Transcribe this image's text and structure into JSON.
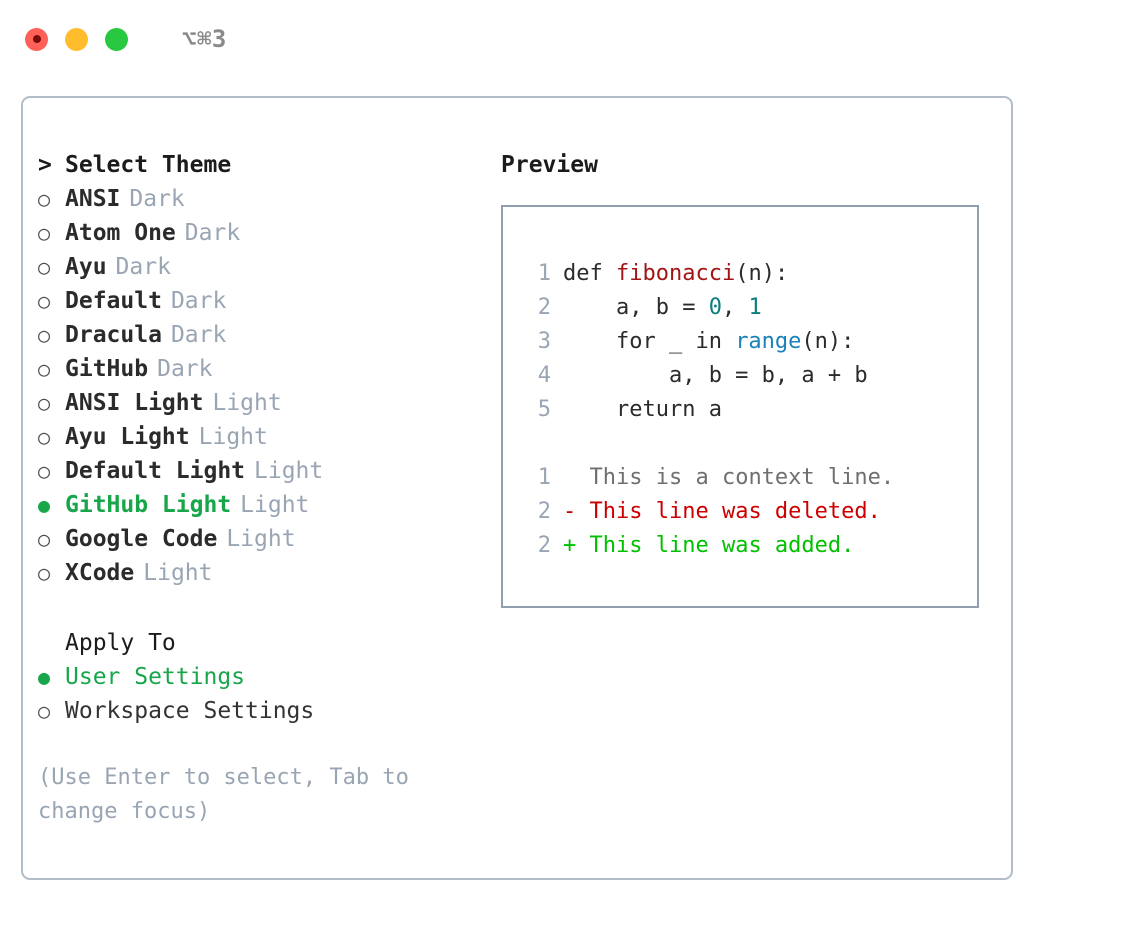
{
  "titlebar": {
    "shortcut": "⌥⌘3",
    "lights": [
      {
        "name": "close",
        "color": "#ff6058"
      },
      {
        "name": "minimize",
        "color": "#ffbd2e"
      },
      {
        "name": "maximize",
        "color": "#28c840"
      }
    ]
  },
  "theme_picker": {
    "caret": ">",
    "heading": "Select Theme",
    "bullet_unselected": "○",
    "bullet_selected": "●",
    "selected_color": "#17a64a",
    "tag_color": "#9aa5b4",
    "items": [
      {
        "label": "ANSI",
        "tag": "Dark",
        "selected": false
      },
      {
        "label": "Atom One",
        "tag": "Dark",
        "selected": false
      },
      {
        "label": "Ayu",
        "tag": "Dark",
        "selected": false
      },
      {
        "label": "Default",
        "tag": "Dark",
        "selected": false
      },
      {
        "label": "Dracula",
        "tag": "Dark",
        "selected": false
      },
      {
        "label": "GitHub",
        "tag": "Dark",
        "selected": false
      },
      {
        "label": "ANSI Light",
        "tag": "Light",
        "selected": false
      },
      {
        "label": "Ayu Light",
        "tag": "Light",
        "selected": false
      },
      {
        "label": "Default Light",
        "tag": "Light",
        "selected": false
      },
      {
        "label": "GitHub Light",
        "tag": "Light",
        "selected": true
      },
      {
        "label": "Google Code",
        "tag": "Light",
        "selected": false
      },
      {
        "label": "XCode",
        "tag": "Light",
        "selected": false
      }
    ]
  },
  "apply_to": {
    "heading": "Apply To",
    "items": [
      {
        "label": "User Settings",
        "selected": true
      },
      {
        "label": "Workspace Settings",
        "selected": false
      }
    ]
  },
  "hint": "(Use Enter to select, Tab to change focus)",
  "preview": {
    "title": "Preview",
    "code_lines": [
      {
        "no": "1",
        "parts": [
          {
            "text": "def ",
            "kind": "plain"
          },
          {
            "text": "fibonacci",
            "kind": "fn"
          },
          {
            "text": "(n):",
            "kind": "plain"
          }
        ]
      },
      {
        "no": "2",
        "parts": [
          {
            "text": "    a, b = ",
            "kind": "plain"
          },
          {
            "text": "0",
            "kind": "num"
          },
          {
            "text": ", ",
            "kind": "plain"
          },
          {
            "text": "1",
            "kind": "num"
          }
        ]
      },
      {
        "no": "3",
        "parts": [
          {
            "text": "    for _ in ",
            "kind": "plain"
          },
          {
            "text": "range",
            "kind": "call"
          },
          {
            "text": "(n):",
            "kind": "plain"
          }
        ]
      },
      {
        "no": "4",
        "parts": [
          {
            "text": "        a, b = b, a + b",
            "kind": "plain"
          }
        ]
      },
      {
        "no": "5",
        "parts": [
          {
            "text": "    return a",
            "kind": "plain"
          }
        ]
      }
    ],
    "diff_lines": [
      {
        "no": "1",
        "marker": " ",
        "text": "This is a context line.",
        "kind": "ctx"
      },
      {
        "no": "2",
        "marker": "-",
        "text": "This line was deleted.",
        "kind": "del"
      },
      {
        "no": "2",
        "marker": "+",
        "text": "This line was added.",
        "kind": "add"
      }
    ],
    "colors": {
      "function": "#a31515",
      "number": "#0d7d7d",
      "call": "#1a82b8",
      "context": "#6f6f6f",
      "deleted": "#cc0000",
      "added": "#00c000",
      "lineno": "#9aa5b4"
    }
  }
}
